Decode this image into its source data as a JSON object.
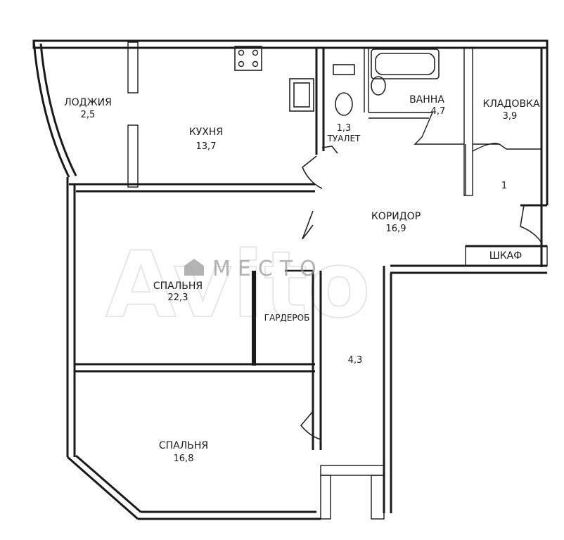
{
  "rooms": {
    "loggia": {
      "name": "ЛОДЖИЯ",
      "area": "2,5"
    },
    "kitchen": {
      "name": "КУХНЯ",
      "area": "13,7"
    },
    "toilet": {
      "name": "ТУАЛЕТ",
      "area": "1,3"
    },
    "bathroom": {
      "name": "ВАННА",
      "area": "4,7"
    },
    "storage": {
      "name": "КЛАДОВКА",
      "area": "3,9"
    },
    "corridor": {
      "name": "КОРИДОР",
      "area": "16,9"
    },
    "small_area": "1",
    "wardrobe_closet": "ШКАФ",
    "bedroom_main": {
      "name": "СПАЛЬНЯ",
      "area": "22,3"
    },
    "dressing_room": "ГАРДЕРОБ",
    "passage_area": "4,3",
    "bedroom_second": {
      "name": "СПАЛЬНЯ",
      "area": "16,8"
    }
  },
  "watermark": {
    "text": "МЕСТО",
    "ghost": "Avito"
  }
}
